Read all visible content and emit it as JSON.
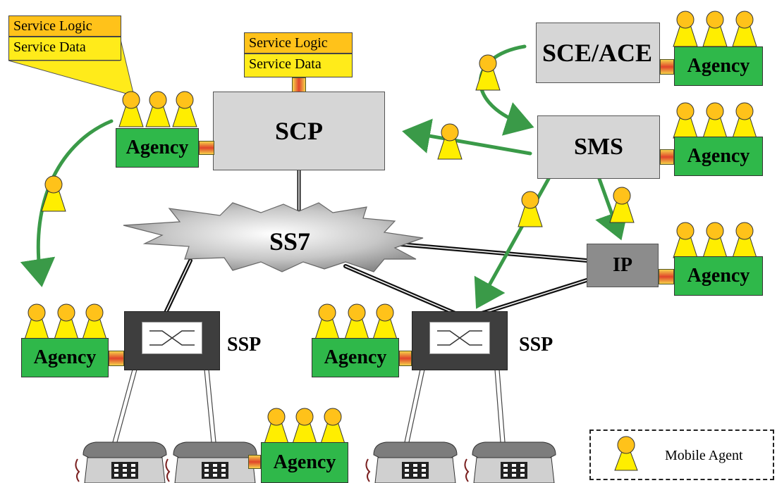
{
  "nodes": {
    "scp": "SCP",
    "sms": "SMS",
    "sce": "SCE/ACE",
    "ip": "IP",
    "ss7": "SS7",
    "ssp_left": "SSP",
    "ssp_right": "SSP"
  },
  "agency_label": "Agency",
  "service_labels": {
    "logic": "Service Logic",
    "data": "Service Data"
  },
  "legend": {
    "label": "Mobile Agent"
  },
  "colors": {
    "agency_green": "#2fb84a",
    "agent_yellow": "#ffee00",
    "arrow_green": "#3a9a48",
    "node_gray": "#d6d6d6",
    "ip_gray": "#8c8c8c",
    "switch_dark": "#3e3e3e"
  }
}
